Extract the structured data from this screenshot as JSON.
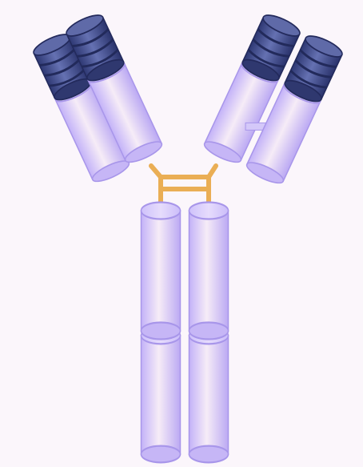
{
  "figure": {
    "subject": "antibody",
    "colors": {
      "background": "#fbf6fb",
      "heavy_chain_fill": "#cbbcfb",
      "heavy_chain_edge": "#a795ec",
      "heavy_chain_highlight": "#f6ecf7",
      "variable_region_fill": "#3d4a86",
      "variable_region_dark": "#28316a",
      "variable_region_light": "#6a76b8",
      "disulfide_bond": "#eaae55"
    },
    "parts": [
      "fc-region",
      "hinge-disulfide-bonds",
      "fab-arm-left",
      "fab-arm-right",
      "variable-regions"
    ]
  }
}
